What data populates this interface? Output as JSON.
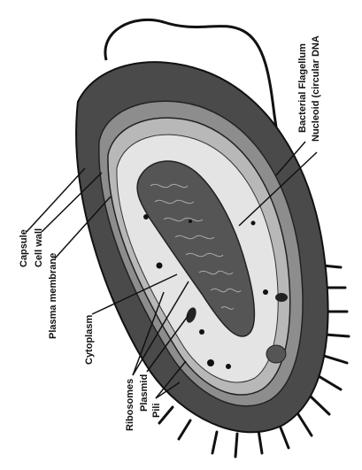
{
  "labels": {
    "bacterial_flagellum": "Bacterial Flagellum",
    "nucleoid": "Nucleoid (circular DNA",
    "capsule": "Capsule",
    "cell_wall": "Cell wall",
    "plasma_membrane": "Plasma membrane",
    "cytoplasm": "Cytoplasm",
    "ribosomes": "Ribosomes",
    "plasmid": "Plasmid",
    "pili": "Pili"
  }
}
